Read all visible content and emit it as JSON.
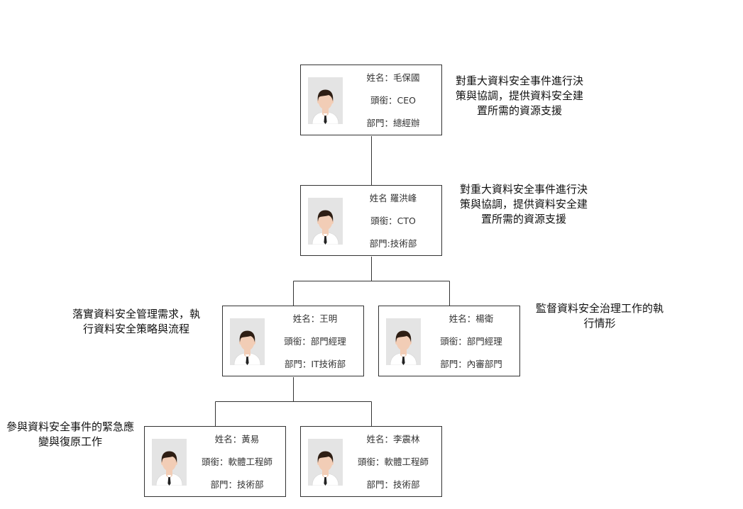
{
  "nodes": [
    {
      "id": "ceo",
      "name": "姓名：毛保國",
      "title": "頭銜：CEO",
      "dept": "部門：總經辦",
      "description": [
        "對重大資料安全事件進行決",
        "策與協調，提供資料安全建",
        "置所需的資源支援"
      ]
    },
    {
      "id": "cto",
      "name": "姓名 羅洪峰",
      "title": "頭銜：CTO",
      "dept": "部門:技術部",
      "description": [
        "對重大資料安全事件進行決",
        "策與協調，提供資料安全建",
        "置所需的資源支援"
      ]
    },
    {
      "id": "it-manager",
      "name": "姓名：王明",
      "title": "頭銜：部門經理",
      "dept": "部門：IT技術部",
      "description": [
        "落實資料安全管理需求，執",
        "行資料安全策略與流程"
      ]
    },
    {
      "id": "audit-manager",
      "name": "姓名：楊衛",
      "title": "頭銜：部門經理",
      "dept": "部門：內審部門",
      "description": [
        "監督資料安全治理工作的執",
        "行情形"
      ]
    },
    {
      "id": "engineer-1",
      "name": "姓名：黃易",
      "title": "頭銜：軟體工程師",
      "dept": "部門：技術部",
      "description": [
        "參與資料安全事件的緊急應",
        "變與復原工作"
      ]
    },
    {
      "id": "engineer-2",
      "name": "姓名：李震林",
      "title": "頭銜：軟體工程師",
      "dept": "部門：技術部",
      "description": []
    }
  ],
  "edges": [
    {
      "from": "ceo",
      "to": "cto"
    },
    {
      "from": "cto",
      "to": "it-manager"
    },
    {
      "from": "cto",
      "to": "audit-manager"
    },
    {
      "from": "it-manager",
      "to": "engineer-1"
    },
    {
      "from": "it-manager",
      "to": "engineer-2"
    }
  ],
  "colors": {
    "border": "#333333",
    "line": "#333333",
    "hair": "#2e1e14",
    "skin": "#f2cdb6",
    "shirt": "#ffffff",
    "tie": "#222222",
    "photo_bg": "#e4e4e4"
  },
  "icons": {
    "avatar": "person-avatar-icon"
  }
}
